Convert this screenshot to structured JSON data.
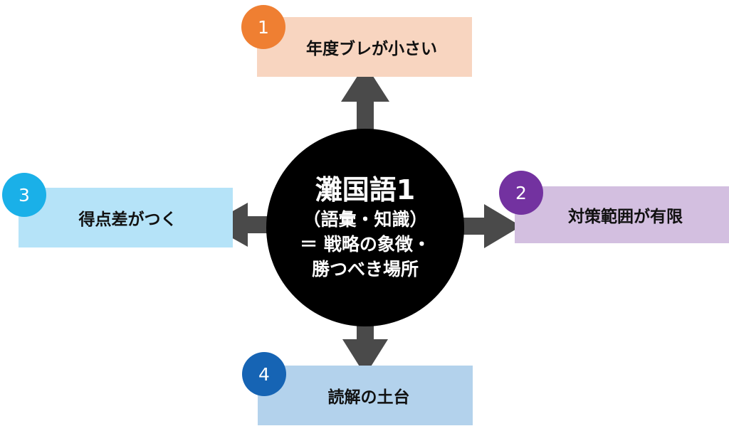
{
  "center": {
    "title": "灘国語1",
    "line1": "（語彙・知識）",
    "line2": "＝ 戦略の象徴・",
    "line3": "勝つべき場所"
  },
  "nodes": [
    {
      "number": "1",
      "label": "年度ブレが小さい",
      "box_color": "#f8d5c0",
      "badge_color": "#ef7f32"
    },
    {
      "number": "2",
      "label": "対策範囲が有限",
      "box_color": "#d3bfe0",
      "badge_color": "#7332a0"
    },
    {
      "number": "3",
      "label": "得点差がつく",
      "box_color": "#b5e3f8",
      "badge_color": "#1ab0e8"
    },
    {
      "number": "4",
      "label": "読解の土台",
      "box_color": "#b3d2ec",
      "badge_color": "#1664b4"
    }
  ],
  "colors": {
    "arrow": "#4a4a4a",
    "center_bg": "#000000",
    "center_text": "#ffffff"
  }
}
